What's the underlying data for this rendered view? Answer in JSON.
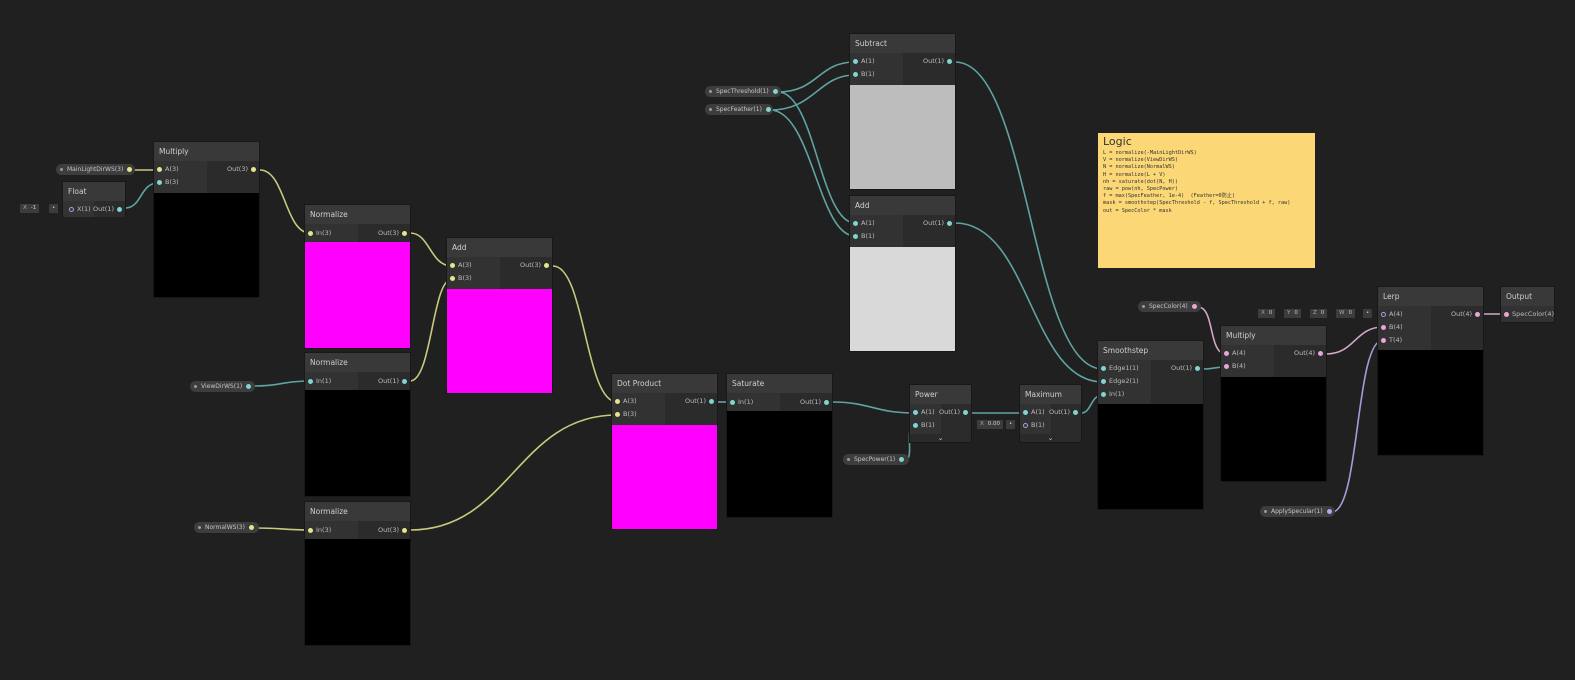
{
  "nodes": {
    "float": {
      "title": "Float",
      "x_label": "X",
      "x_value": "-1",
      "in": "X(1)",
      "out": "Out(1)"
    },
    "multiply1": {
      "title": "Multiply",
      "in_a": "A(3)",
      "in_b": "B(3)",
      "out": "Out(3)"
    },
    "normalize1": {
      "title": "Normalize",
      "in": "In(3)",
      "out": "Out(3)"
    },
    "normalize2": {
      "title": "Normalize",
      "in": "In(1)",
      "out": "Out(1)"
    },
    "normalize3": {
      "title": "Normalize",
      "in": "In(3)",
      "out": "Out(3)"
    },
    "add1": {
      "title": "Add",
      "in_a": "A(3)",
      "in_b": "B(3)",
      "out": "Out(3)"
    },
    "dot": {
      "title": "Dot Product",
      "in_a": "A(3)",
      "in_b": "B(3)",
      "out": "Out(1)"
    },
    "saturate": {
      "title": "Saturate",
      "in": "In(1)",
      "out": "Out(1)"
    },
    "subtract": {
      "title": "Subtract",
      "in_a": "A(1)",
      "in_b": "B(1)",
      "out": "Out(1)"
    },
    "add2": {
      "title": "Add",
      "in_a": "A(1)",
      "in_b": "B(1)",
      "out": "Out(1)"
    },
    "power": {
      "title": "Power",
      "in_a": "A(1)",
      "in_b": "B(1)",
      "out": "Out(1)"
    },
    "maximum": {
      "title": "Maximum",
      "in_a": "A(1)",
      "in_b": "B(1)",
      "out": "Out(1)",
      "x_label": "X",
      "x_value": "0.00"
    },
    "smoothstep": {
      "title": "Smoothstep",
      "in_a": "Edge1(1)",
      "in_b": "Edge2(1)",
      "in_c": "In(1)",
      "out": "Out(1)"
    },
    "multiply2": {
      "title": "Multiply",
      "in_a": "A(4)",
      "in_b": "B(4)",
      "out": "Out(4)"
    },
    "lerp": {
      "title": "Lerp",
      "in_a": "A(4)",
      "in_b": "B(4)",
      "in_c": "T(4)",
      "out": "Out(4)"
    },
    "output": {
      "title": "Output",
      "in": "SpecColor(4)"
    }
  },
  "lerp_defaults": [
    {
      "label": "X",
      "value": "0"
    },
    {
      "label": "Y",
      "value": "0"
    },
    {
      "label": "Z",
      "value": "0"
    },
    {
      "label": "W",
      "value": "0"
    }
  ],
  "properties": {
    "main_light": "MainLightDirWS(3)",
    "view_dir": "ViewDirWS(1)",
    "normal": "NormalWS(3)",
    "spec_threshold": "SpecThreshold(1)",
    "spec_feather": "SpecFeather(1)",
    "spec_power": "SpecPower(1)",
    "spec_color": "SpecColor(4)",
    "apply_specular": "ApplySpecular(1)"
  },
  "note": {
    "title": "Logic",
    "lines": [
      "L = normalize(-MainLightDirWS)",
      "V = normalize(ViewDirWS)",
      "N = normalize(NormalWS)",
      "H = normalize(L + V)",
      "",
      "nh = saturate(dot(N, H))",
      "raw = pow(nh, SpecPower)",
      "f = max(SpecFeather, 1e-4)  (Feather=0防止)",
      "mask = smoothstep(SpecThreshold - f, SpecThreshold + f, raw)",
      "",
      "out = SpecColor * mask"
    ]
  },
  "colors": {
    "background": "#202020",
    "wire_vec3": "#c8c97d",
    "wire_float": "#5fa3a2",
    "wire_vec4": "#d3a8c9",
    "wire_bool": "#a79ad8",
    "preview_magenta": "#ff00ff",
    "preview_gray": "#bdbdbd",
    "preview_light": "#d9d9d9",
    "note": "#fbd775"
  }
}
